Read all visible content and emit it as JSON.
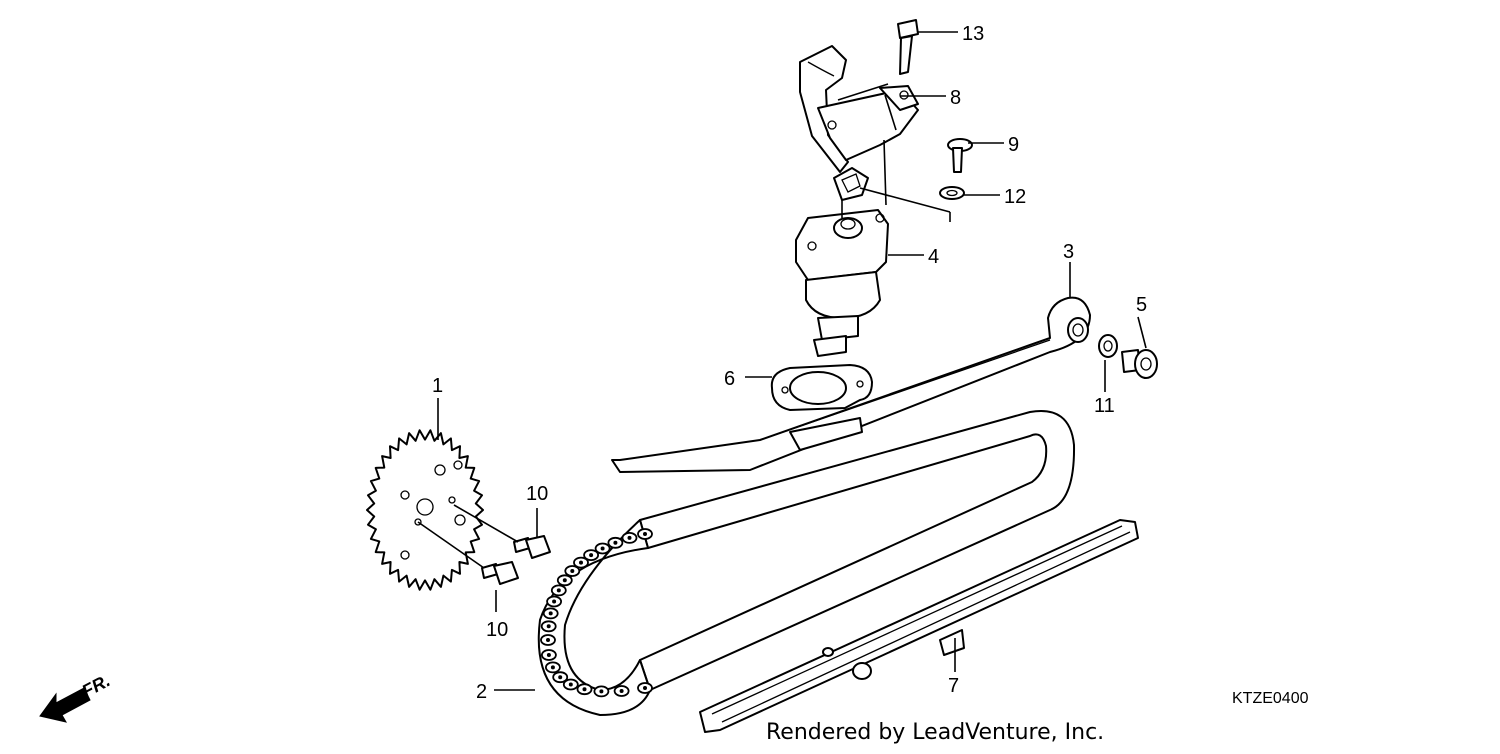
{
  "diagram": {
    "callouts": [
      {
        "id": "c1",
        "text": "1"
      },
      {
        "id": "c2",
        "text": "2"
      },
      {
        "id": "c3",
        "text": "3"
      },
      {
        "id": "c4",
        "text": "4"
      },
      {
        "id": "c5",
        "text": "5"
      },
      {
        "id": "c6",
        "text": "6"
      },
      {
        "id": "c7",
        "text": "7"
      },
      {
        "id": "c8",
        "text": "8"
      },
      {
        "id": "c9",
        "text": "9"
      },
      {
        "id": "c10a",
        "text": "10"
      },
      {
        "id": "c10b",
        "text": "10"
      },
      {
        "id": "c11",
        "text": "11"
      },
      {
        "id": "c12",
        "text": "12"
      },
      {
        "id": "c13",
        "text": "13"
      }
    ],
    "front_indicator": "FR.",
    "diagram_code": "KTZE0400",
    "credit": "Rendered by LeadVenture, Inc."
  }
}
